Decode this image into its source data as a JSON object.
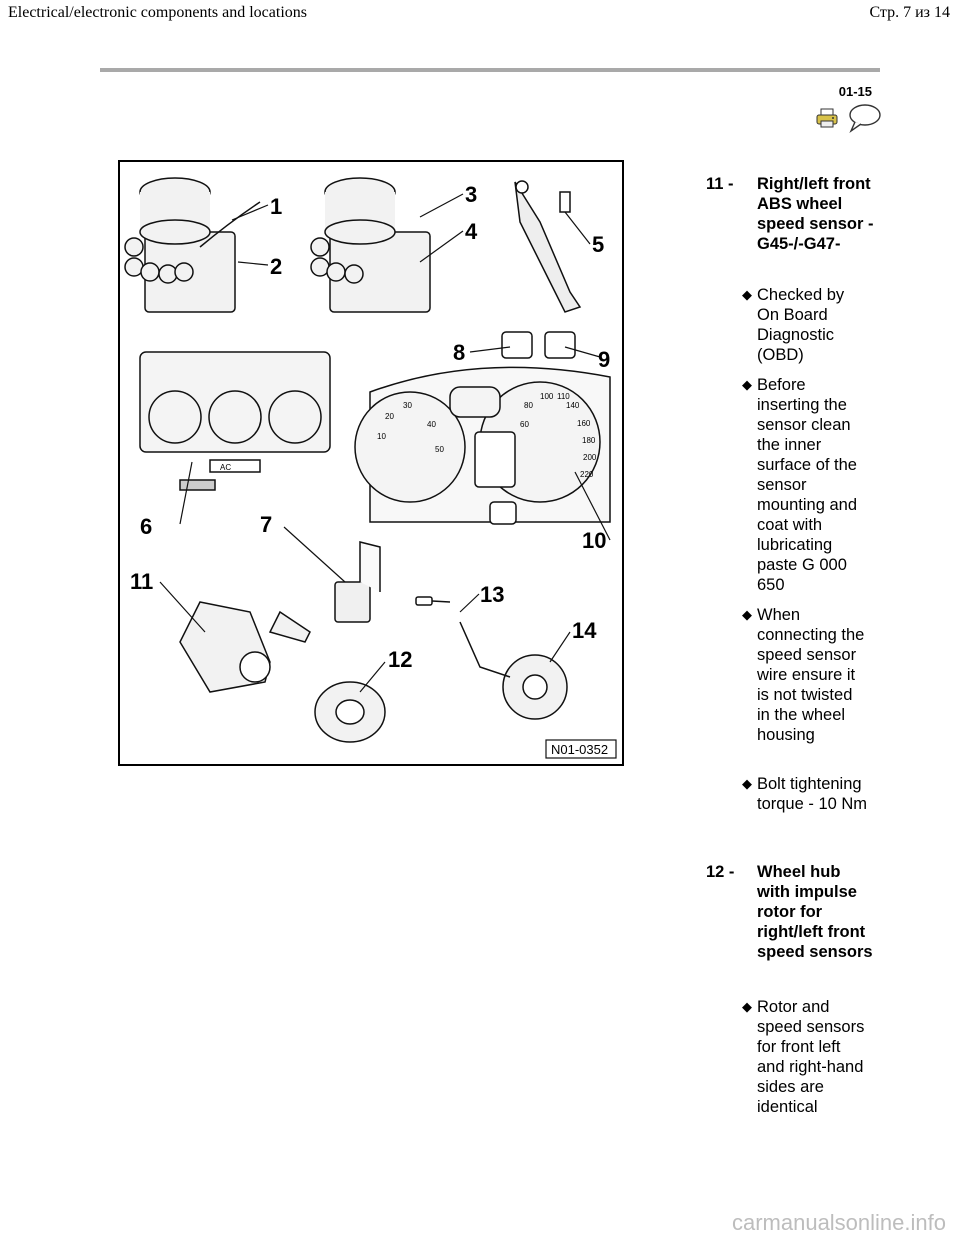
{
  "header": {
    "title": "Electrical/electronic components and locations",
    "page": "Стр. 7 из 14"
  },
  "doc_ref": "01-15",
  "icons": {
    "print": "printer-icon",
    "comment": "speech-bubble-icon"
  },
  "figure": {
    "image_id": "N01-0352",
    "callouts": [
      "1",
      "2",
      "3",
      "4",
      "5",
      "6",
      "7",
      "8",
      "9",
      "10",
      "11",
      "12",
      "13",
      "14"
    ],
    "gauge_numbers": [
      "10",
      "20",
      "30",
      "40",
      "50",
      "60",
      "80",
      "100",
      "110",
      "140",
      "160",
      "180",
      "200",
      "220"
    ],
    "ac_label": "AC"
  },
  "items": [
    {
      "number": "11 -",
      "title": "Right/left front ABS wheel speed sensor -G45-/-G47-",
      "bullets": [
        "Checked by On Board Diagnostic (OBD)",
        "Before inserting the sensor clean the inner surface of the sensor mounting and coat with lubricating paste G 000 650",
        "When connecting the speed sensor wire ensure it is not twisted in the wheel housing",
        "Bolt tightening torque - 10 Nm"
      ]
    },
    {
      "number": "12 -",
      "title": "Wheel hub with impulse rotor for right/left front speed sensors",
      "bullets": [
        "Rotor and speed sensors for front left and right-hand sides are identical"
      ]
    }
  ],
  "watermark": "carmanualsonline.info"
}
